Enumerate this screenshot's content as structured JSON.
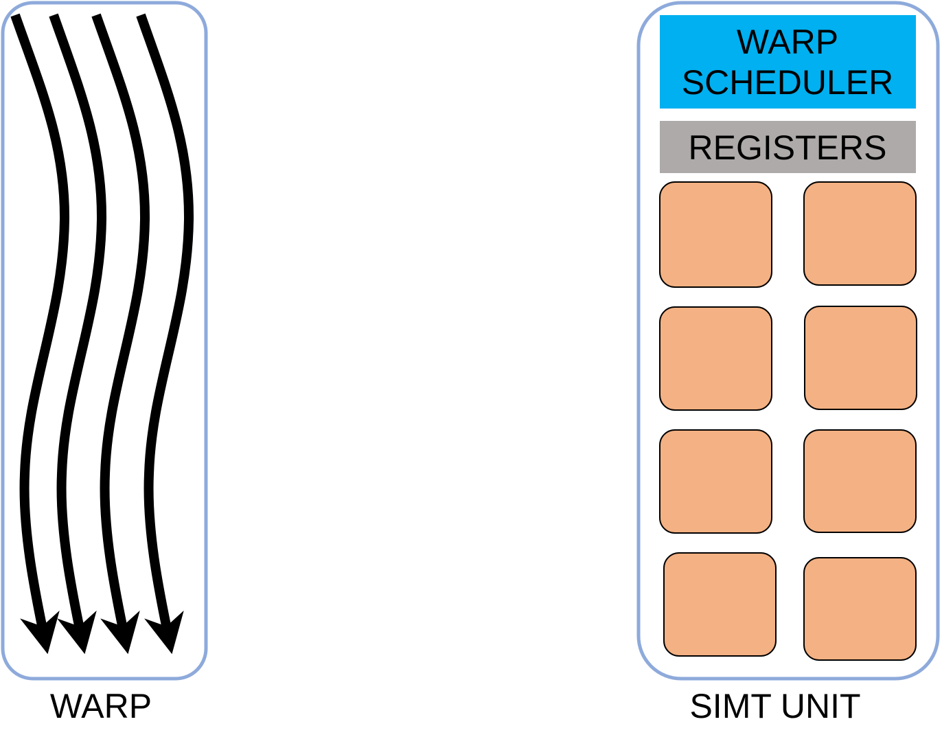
{
  "warp": {
    "label": "WARP",
    "thread_count": 4
  },
  "simt_unit": {
    "label": "SIMT UNIT",
    "scheduler_line1": "WARP",
    "scheduler_line2": "SCHEDULER",
    "registers_label": "REGISTERS",
    "core_count": 8
  },
  "colors": {
    "container_border": "#8eaadb",
    "scheduler_fill": "#00b0f0",
    "registers_fill": "#aeaaaa",
    "core_fill": "#f4b183",
    "arrow": "#000000"
  }
}
